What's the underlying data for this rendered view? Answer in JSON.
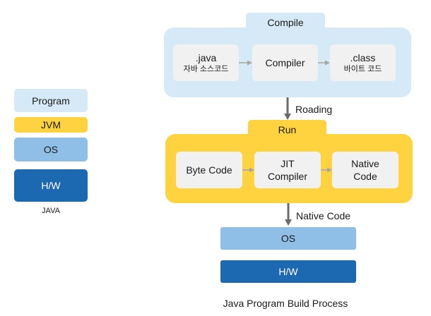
{
  "stack": {
    "program": "Program",
    "jvm": "JVM",
    "os": "OS",
    "hw": "H/W",
    "caption": "JAVA"
  },
  "compile": {
    "title": "Compile",
    "source": {
      "line1": ".java",
      "line2": "자바 소스코드"
    },
    "compiler": "Compiler",
    "bytecode": {
      "line1": ".class",
      "line2": "바이트 코드"
    }
  },
  "arrow1_label": "Roading",
  "run": {
    "title": "Run",
    "bytecode": "Byte Code",
    "jit": {
      "line1": "JIT",
      "line2": "Compiler"
    },
    "native": {
      "line1": "Native",
      "line2": "Code"
    }
  },
  "arrow2_label": "Native Code",
  "os": "OS",
  "hw": "H/W",
  "caption": "Java Program Build Process",
  "colors": {
    "light_blue": "#d6e9f6",
    "yellow": "#ffd23f",
    "mid_blue": "#8fbfe6",
    "dark_blue": "#1c69b1",
    "node_gray": "#f1f1f1",
    "arrow_gray": "#a6a6a6",
    "arrow_dark": "#6b6b6b"
  }
}
